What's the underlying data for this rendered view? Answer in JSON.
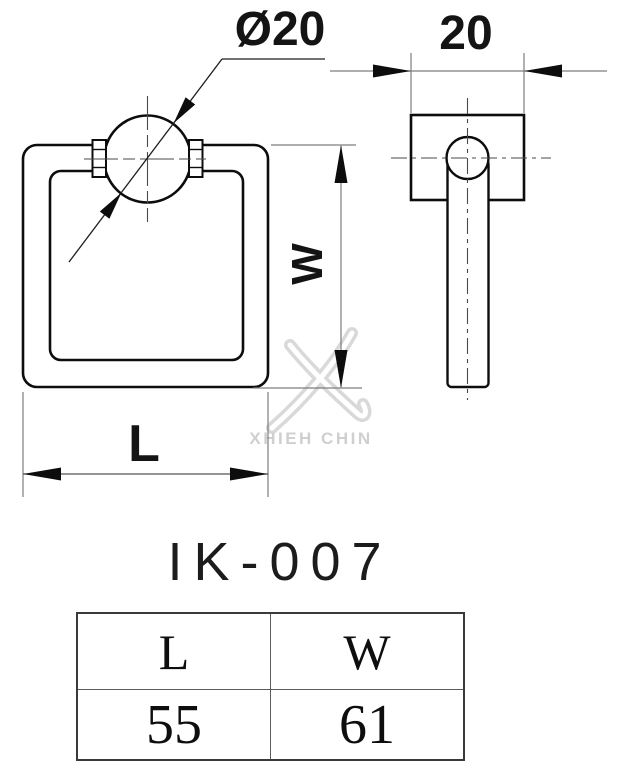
{
  "drawing": {
    "model_code": "IK-007",
    "watermark": {
      "brand": "XHIEH CHIN"
    },
    "front_view": {
      "diameter_label": "Ø20",
      "height_label": "W",
      "length_label": "L"
    },
    "side_view": {
      "width_label": "20"
    },
    "spec_table": {
      "headers": [
        "L",
        "W"
      ],
      "rows": [
        [
          "55",
          "61"
        ]
      ]
    },
    "colors": {
      "part_line": "#0d0d0d",
      "dim_line": "#7d7d7d",
      "centerline": "#4a4a4a",
      "watermark": "#d9d9d9",
      "watermark_text": "#cfcfcf"
    }
  }
}
